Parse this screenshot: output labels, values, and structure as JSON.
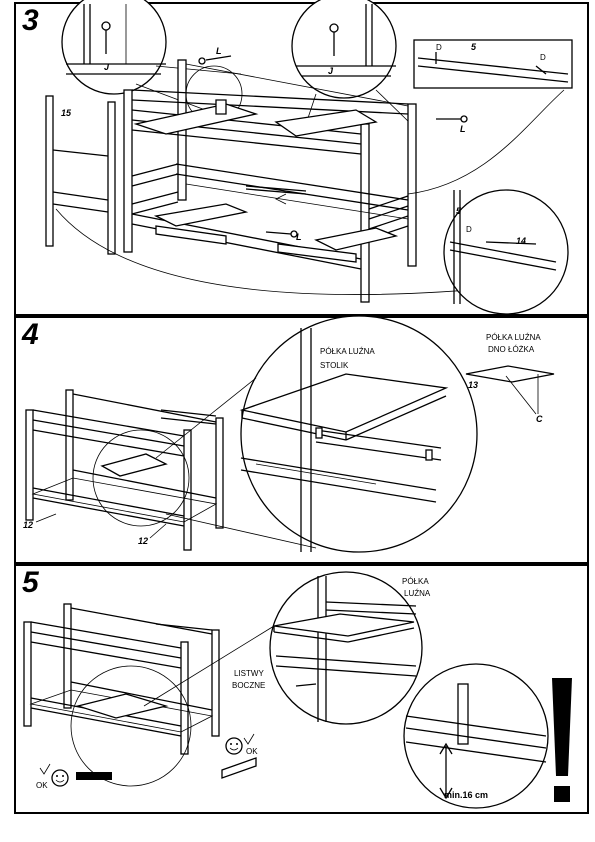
{
  "steps": {
    "three": {
      "number": "3",
      "part_15": "15",
      "part_14": "14",
      "part_5_top": "5",
      "part_5_low": "5",
      "letter_j_1": "J",
      "letter_j_2": "J",
      "letter_l_1": "L",
      "letter_l_2": "L",
      "letter_l_3": "L",
      "letter_d_1": "D",
      "letter_d_2": "D",
      "letter_d_3": "D"
    },
    "four": {
      "number": "4",
      "shelf_label_1": "PÓŁKA LUŹNA",
      "shelf_label_2": "STOLIK",
      "loose_label_1": "PÓŁKA LUŹNA",
      "loose_label_2": "DNO ŁÓŻKA",
      "part_13": "13",
      "letter_c": "C",
      "part_12_a": "12",
      "part_12_b": "12"
    },
    "five": {
      "number": "5",
      "polka_1": "PÓŁKA",
      "polka_2": "LUŹNA",
      "listwy_1": "LISTWY",
      "listwy_2": "BOCZNE",
      "ok_1": "OK",
      "ok_2": "OK",
      "min_height": "min.16 cm"
    }
  },
  "icons": [
    "smiley-icon",
    "warning-exclamation-icon"
  ]
}
